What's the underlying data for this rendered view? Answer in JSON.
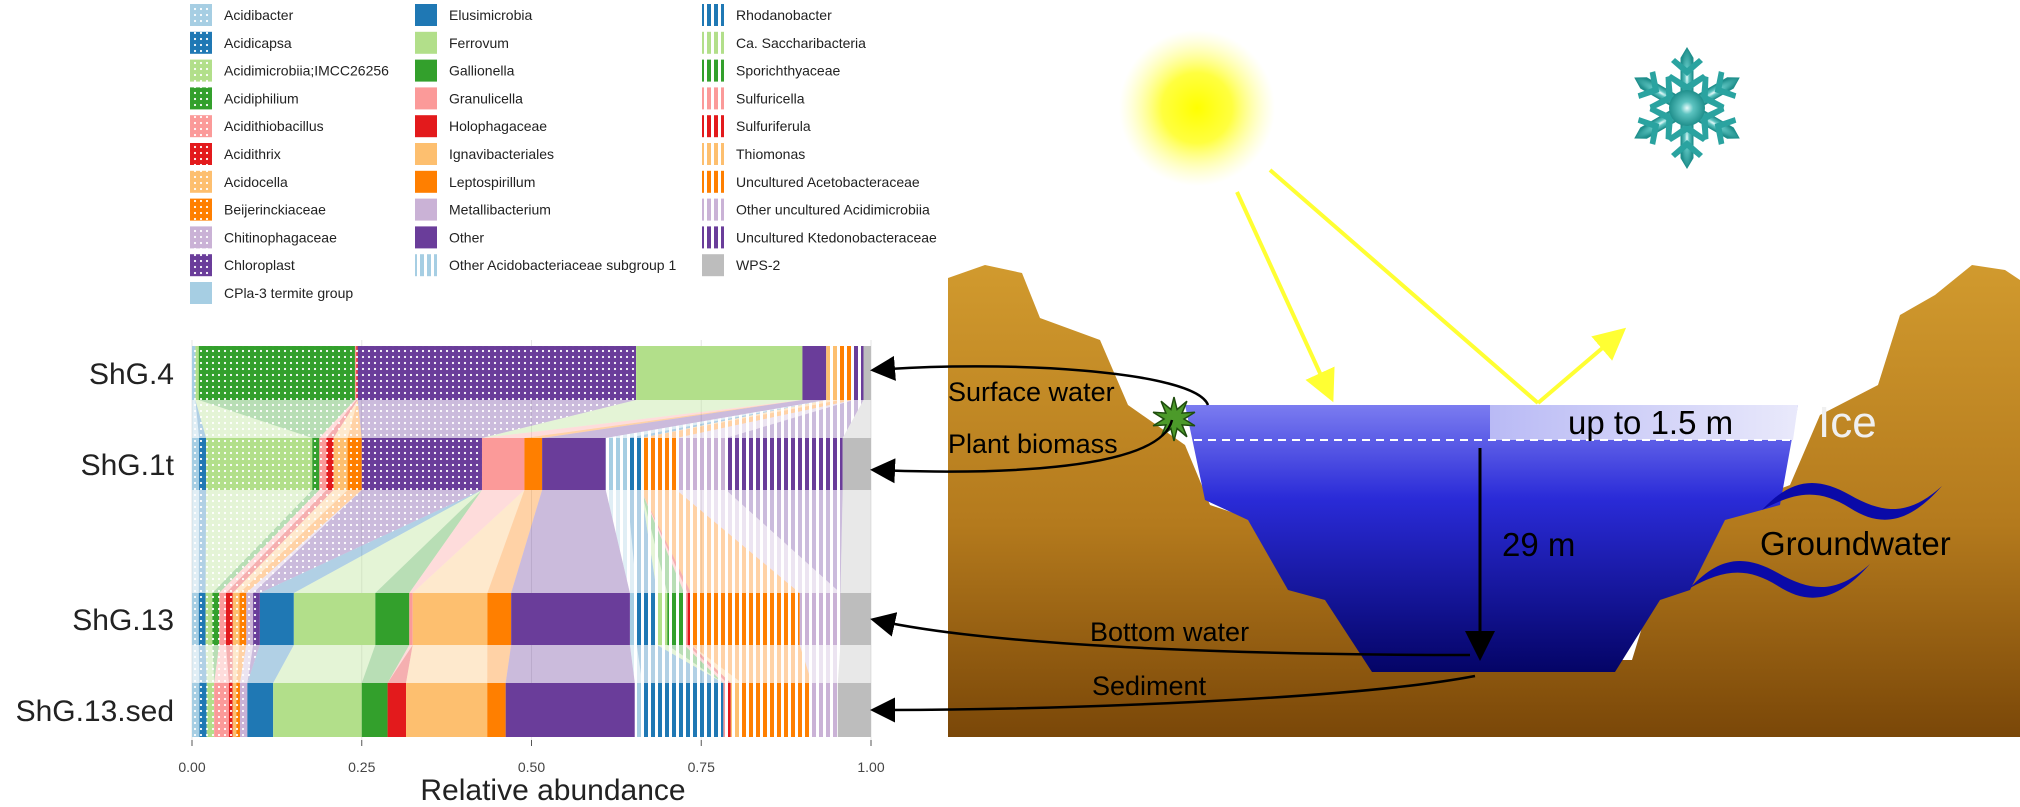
{
  "chart_data": {
    "type": "bar",
    "orientation": "horizontal",
    "stacked": true,
    "xlabel": "Relative abundance",
    "xlim": [
      0,
      1
    ],
    "xticks": [
      "0.00",
      "0.25",
      "0.50",
      "0.75",
      "1.00"
    ],
    "samples": [
      "ShG.4",
      "ShG.1t",
      "ShG.13",
      "ShG.13.sed"
    ],
    "taxa": [
      {
        "name": "Acidibacter",
        "color": "#a6cee3",
        "pattern": "dots"
      },
      {
        "name": "Acidicapsa",
        "color": "#1f78b4",
        "pattern": "dots"
      },
      {
        "name": "Acidimicrobiia;IMCC26256",
        "color": "#b2df8a",
        "pattern": "dots"
      },
      {
        "name": "Acidiphilium",
        "color": "#33a02c",
        "pattern": "dots"
      },
      {
        "name": "Acidithiobacillus",
        "color": "#fb9a99",
        "pattern": "dots"
      },
      {
        "name": "Acidithrix",
        "color": "#e31a1c",
        "pattern": "dots"
      },
      {
        "name": "Acidocella",
        "color": "#fdbf6f",
        "pattern": "dots"
      },
      {
        "name": "Beijerinckiaceae",
        "color": "#ff7f00",
        "pattern": "dots"
      },
      {
        "name": "Chitinophagaceae",
        "color": "#cab2d6",
        "pattern": "dots"
      },
      {
        "name": "Chloroplast",
        "color": "#6a3d9a",
        "pattern": "dots"
      },
      {
        "name": "CPla-3 termite group",
        "color": "#a6cee3",
        "pattern": "solid"
      },
      {
        "name": "Elusimicrobia",
        "color": "#1f78b4",
        "pattern": "solid"
      },
      {
        "name": "Ferrovum",
        "color": "#b2df8a",
        "pattern": "solid"
      },
      {
        "name": "Gallionella",
        "color": "#33a02c",
        "pattern": "solid"
      },
      {
        "name": "Granulicella",
        "color": "#fb9a99",
        "pattern": "solid"
      },
      {
        "name": "Holophagaceae",
        "color": "#e31a1c",
        "pattern": "solid"
      },
      {
        "name": "Ignavibacteriales",
        "color": "#fdbf6f",
        "pattern": "solid"
      },
      {
        "name": "Leptospirillum",
        "color": "#ff7f00",
        "pattern": "solid"
      },
      {
        "name": "Metallibacterium",
        "color": "#cab2d6",
        "pattern": "solid"
      },
      {
        "name": "Other",
        "color": "#6a3d9a",
        "pattern": "solid"
      },
      {
        "name": "Other Acidobacteriaceae subgroup 1",
        "color": "#a6cee3",
        "pattern": "stripes"
      },
      {
        "name": "Rhodanobacter",
        "color": "#1f78b4",
        "pattern": "stripes"
      },
      {
        "name": "Ca. Saccharibacteria",
        "color": "#b2df8a",
        "pattern": "stripes"
      },
      {
        "name": "Sporichthyaceae",
        "color": "#33a02c",
        "pattern": "stripes"
      },
      {
        "name": "Sulfuricella",
        "color": "#fb9a99",
        "pattern": "stripes"
      },
      {
        "name": "Sulfuriferula",
        "color": "#e31a1c",
        "pattern": "stripes"
      },
      {
        "name": "Thiomonas",
        "color": "#fdbf6f",
        "pattern": "stripes"
      },
      {
        "name": "Uncultured Acetobacteraceae",
        "color": "#ff7f00",
        "pattern": "stripes"
      },
      {
        "name": "Other uncultured Acidimicrobiia",
        "color": "#cab2d6",
        "pattern": "stripes"
      },
      {
        "name": "Uncultured Ktedonobacteraceae",
        "color": "#6a3d9a",
        "pattern": "stripes"
      },
      {
        "name": "WPS-2",
        "color": "#bdbdbd",
        "pattern": "solid"
      }
    ],
    "values": {
      "ShG.4": [
        0.005,
        0.0,
        0.005,
        0.23,
        0.002,
        0.002,
        0.0,
        0.0,
        0.0,
        0.41,
        0.0,
        0.0,
        0.245,
        0.0,
        0.0,
        0.0,
        0.0,
        0.0,
        0.0,
        0.035,
        0.0,
        0.0,
        0.0,
        0.0,
        0.0,
        0.0,
        0.02,
        0.02,
        0.0,
        0.015,
        0.011
      ],
      "ShG.1t": [
        0.01,
        0.01,
        0.15,
        0.01,
        0.01,
        0.01,
        0.02,
        0.02,
        0.0,
        0.17,
        0.0,
        0.0,
        0.0,
        0.0,
        0.06,
        0.0,
        0.0,
        0.025,
        0.0,
        0.09,
        0.03,
        0.02,
        0.0,
        0.0,
        0.0,
        0.0,
        0.0,
        0.05,
        0.07,
        0.165,
        0.04
      ],
      "ShG.13": [
        0.01,
        0.01,
        0.01,
        0.01,
        0.01,
        0.01,
        0.01,
        0.01,
        0.01,
        0.01,
        0.0,
        0.05,
        0.12,
        0.05,
        0.005,
        0.0,
        0.11,
        0.035,
        0.0,
        0.175,
        0.01,
        0.03,
        0.015,
        0.025,
        0.005,
        0.005,
        0.0,
        0.16,
        0.06,
        0.0,
        0.045
      ],
      "ShG.13.sed": [
        0.01,
        0.01,
        0.01,
        0.0,
        0.02,
        0.005,
        0.005,
        0.005,
        0.01,
        0.0,
        0.0,
        0.035,
        0.12,
        0.035,
        0.0,
        0.025,
        0.11,
        0.025,
        0.0,
        0.175,
        0.01,
        0.11,
        0.0,
        0.0,
        0.005,
        0.005,
        0.015,
        0.095,
        0.035,
        0.0,
        0.045
      ]
    }
  },
  "diagram": {
    "labels": {
      "surface_water": "Surface water",
      "plant_biomass": "Plant biomass",
      "ice_depth": "up to 1.5 m",
      "ice": "Ice",
      "depth": "29 m",
      "groundwater": "Groundwater",
      "bottom_water": "Bottom water",
      "sediment": "Sediment"
    },
    "colors": {
      "terrain_top": "#d19a2e",
      "terrain_bottom": "#7a4708",
      "water_top": "#7b7cf0",
      "water_bottom": "#040466",
      "sun": "#ffff00",
      "snowflake": "#2aa3a0",
      "rays": "#ffff33",
      "groundwater_waves": "#0a0aa8"
    },
    "icons": [
      "sun-icon",
      "snowflake-icon",
      "plant-biomass-star-icon"
    ]
  }
}
